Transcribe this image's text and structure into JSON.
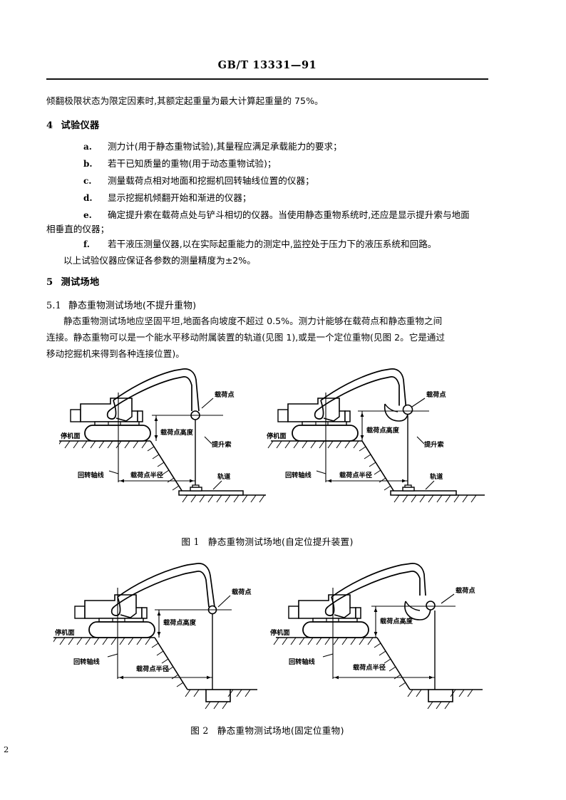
{
  "document": {
    "standard_header": "GB/T 13331—91",
    "page_number": "2"
  },
  "body": {
    "lead_paragraph": "倾翻极限状态为限定因素时,其额定起重量为最大计算起重量的 75%。",
    "section4": {
      "number": "4",
      "title": "试验仪器",
      "items": [
        {
          "marker": "a.",
          "text": "测力计(用于静态重物试验),其量程应满足承载能力的要求；"
        },
        {
          "marker": "b.",
          "text": "若干已知质量的重物(用于动态重物试验)；"
        },
        {
          "marker": "c.",
          "text": "测量载荷点相对地面和挖掘机回转轴线位置的仪器；"
        },
        {
          "marker": "d.",
          "text": "显示挖掘机倾翻开始和渐进的仪器；"
        },
        {
          "marker": "e.",
          "text": "确定提升索在载荷点处与铲斗相切的仪器。当使用静态重物系统时,还应是显示提升索与地面"
        },
        {
          "marker": "",
          "text": "相垂直的仪器；"
        },
        {
          "marker": "f.",
          "text": "若干液压测量仪器,以在实际起重能力的测定中,监控处于压力下的液压系统和回路。"
        }
      ],
      "closing": "以上试验仪器应保证各参数的测量精度为±2%。"
    },
    "section5": {
      "number": "5",
      "title": "测试场地",
      "sub51": {
        "number": "5.1",
        "title": "静态重物测试场地(不提升重物)",
        "lines": [
          "静态重物测试场地应坚固平坦,地面各向坡度不超过 0.5%。测力计能够在载荷点和静态重物之间",
          "连接。静态重物可以是一个能水平移动附属装置的轨道(见图 1),或是一个定位重物(见图 2。它是通过",
          "移动挖掘机来得到各种连接位置)。"
        ]
      }
    }
  },
  "figures": [
    {
      "id": "figure-1",
      "caption_label": "图 1",
      "caption_text": "静态重物测试场地(自定位提升装置)",
      "panels": [
        {
          "id": "fig1-left",
          "variant": "hook-bucket-up",
          "labels": {
            "load_point": "载荷点",
            "load_point_height": "载荷点高度",
            "hoist_rope": "提升索",
            "ground_level": "停机面",
            "slew_axis": "回转轴线",
            "load_point_radius": "载荷点半径",
            "rail": "轨道"
          }
        },
        {
          "id": "fig1-right",
          "variant": "bucket-attached",
          "labels": {
            "load_point": "载荷点",
            "load_point_height": "载荷点高度",
            "hoist_rope": "提升索",
            "ground_level": "停机面",
            "slew_axis": "回转轴线",
            "load_point_radius": "载荷点半径",
            "rail": "轨道"
          }
        }
      ]
    },
    {
      "id": "figure-2",
      "caption_label": "图 2",
      "caption_text": "静态重物测试场地(固定位重物)",
      "panels": [
        {
          "id": "fig2-left",
          "variant": "hook-fixed-weight",
          "labels": {
            "load_point": "载荷点",
            "load_point_height": "载荷点高度",
            "ground_level": "停机面",
            "slew_axis": "回转轴线",
            "load_point_radius": "载荷点半径"
          }
        },
        {
          "id": "fig2-right",
          "variant": "bucket-fixed-weight",
          "labels": {
            "load_point": "载荷点",
            "load_point_height": "载荷点高度",
            "ground_level": "停机面",
            "slew_axis": "回转轴线",
            "load_point_radius": "载荷点半径"
          }
        }
      ]
    }
  ]
}
